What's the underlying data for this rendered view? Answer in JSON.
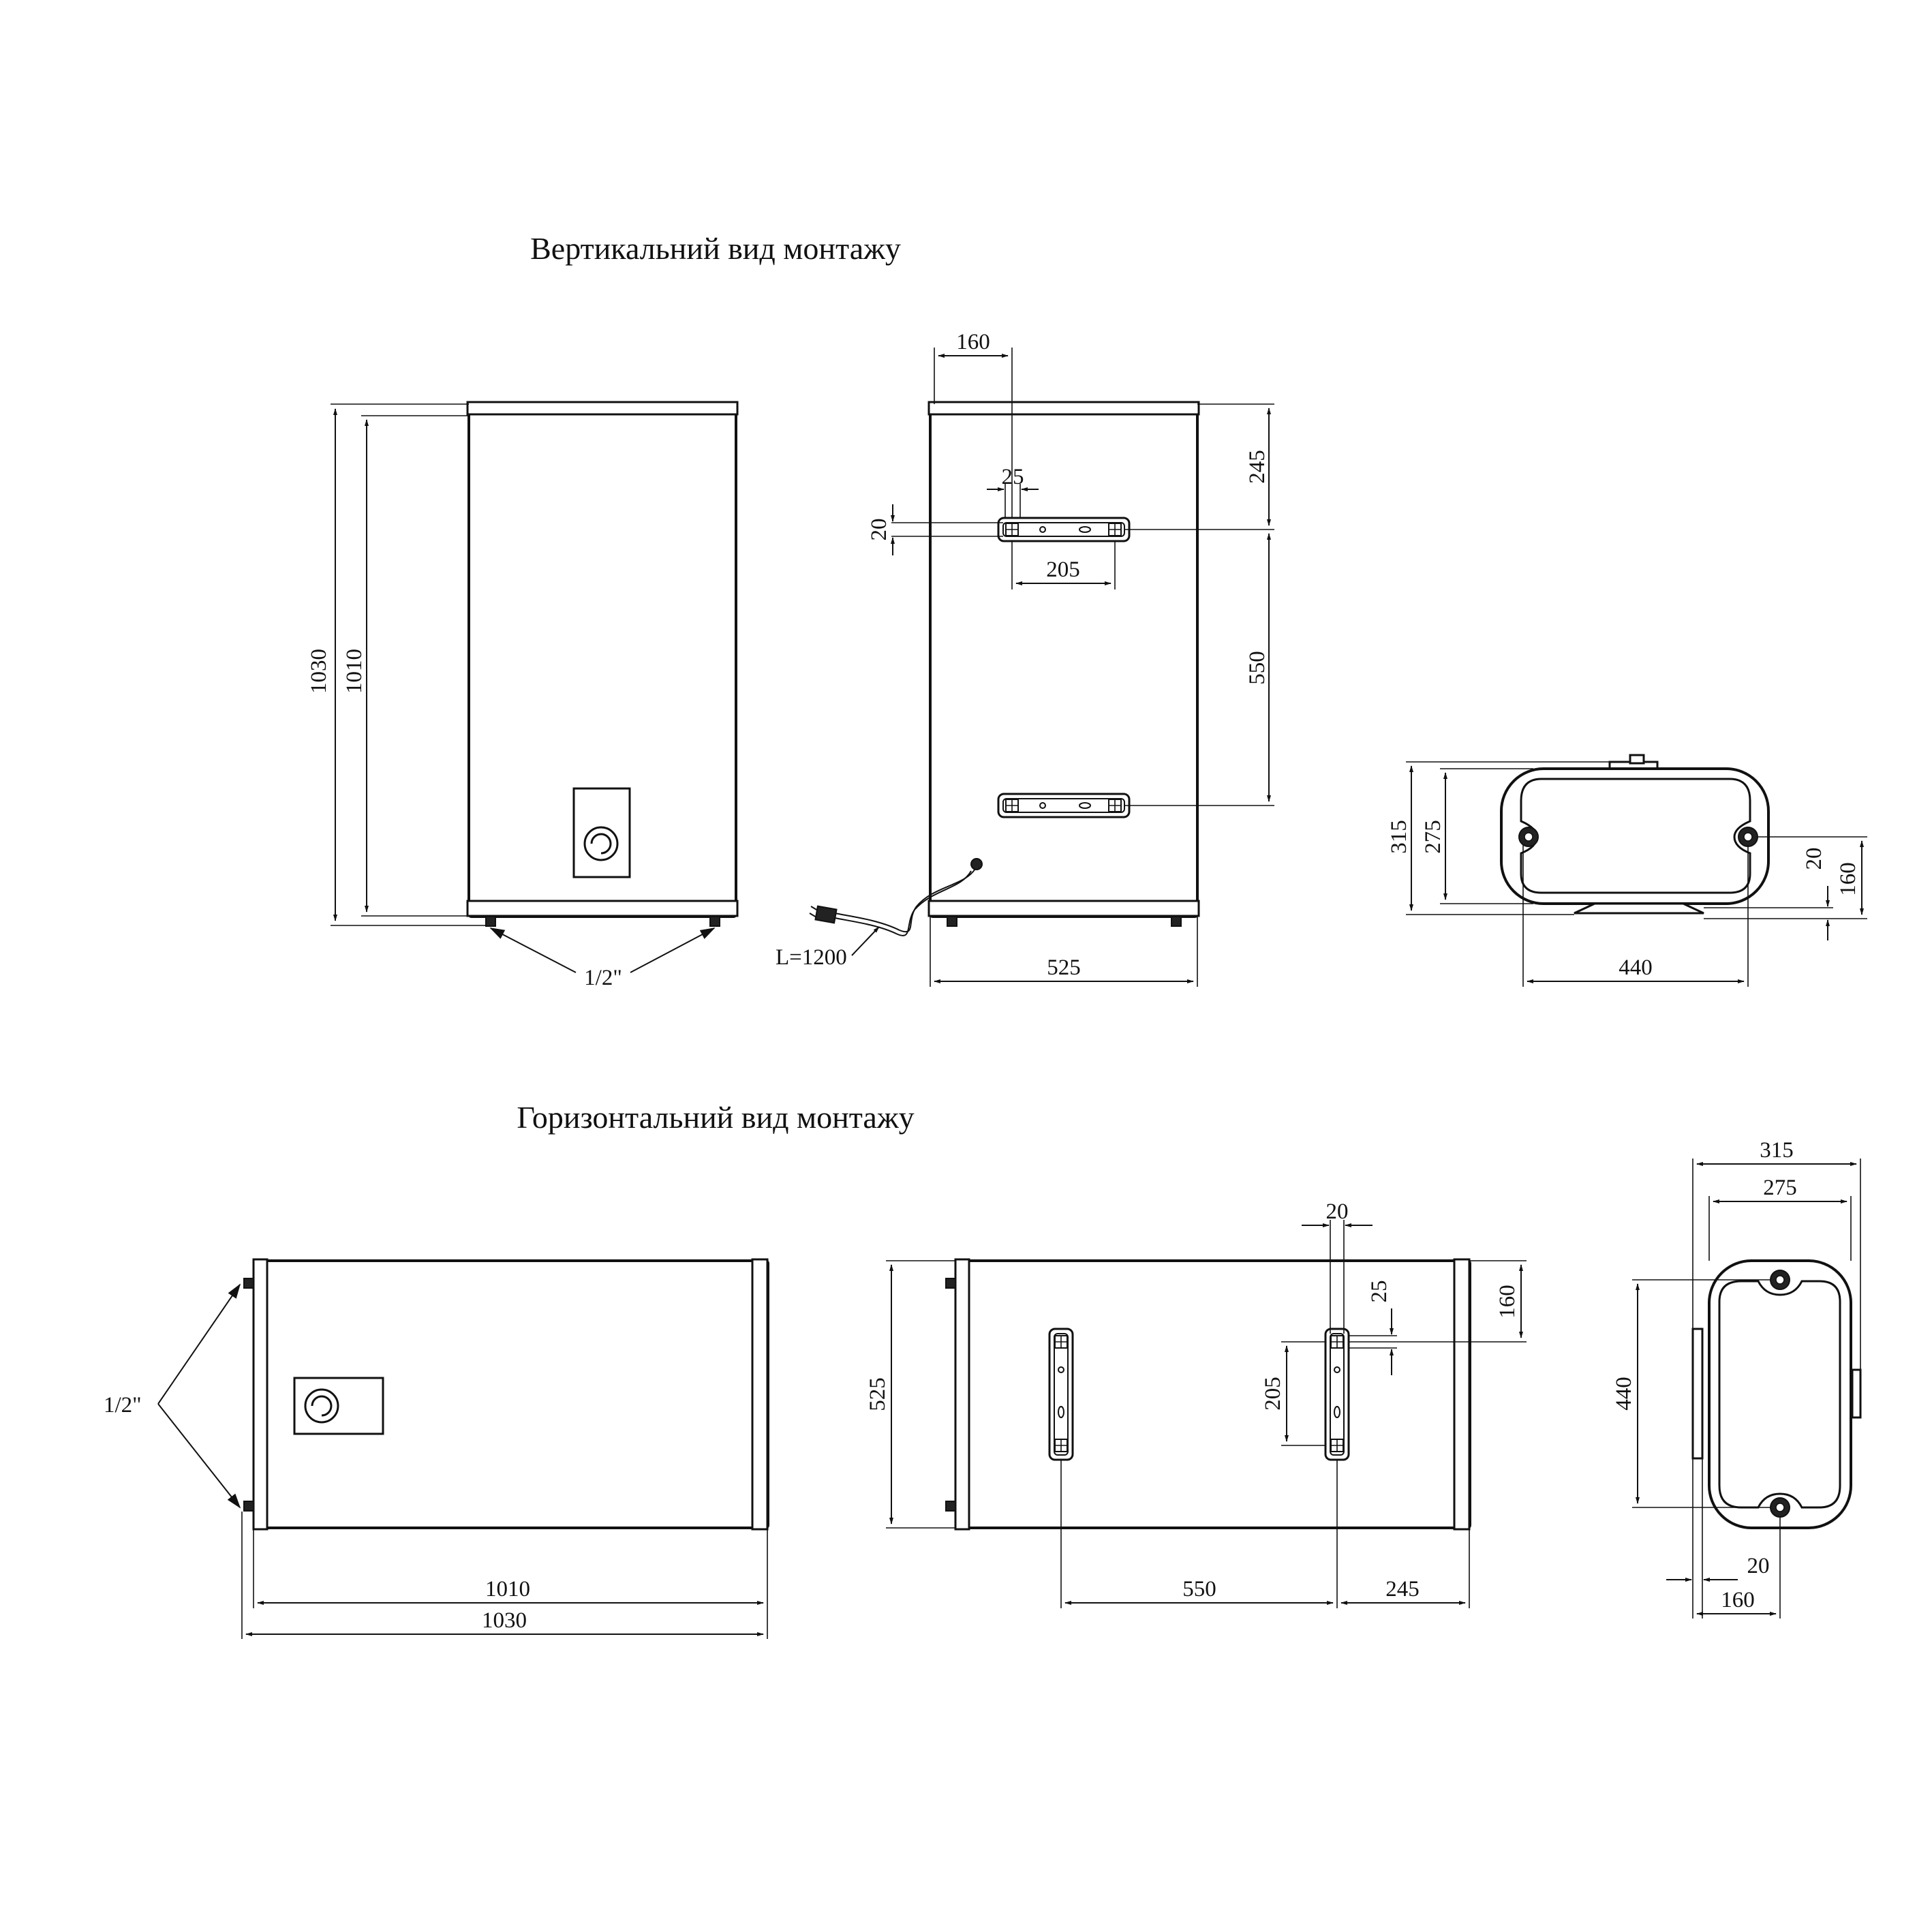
{
  "sections": {
    "vertical_title": "Вертикальний вид монтажу",
    "horizontal_title": "Горизонтальний вид монтажу"
  },
  "vertical_front": {
    "height_outer": "1030",
    "height_inner": "1010",
    "pipe_thread": "1/2\""
  },
  "vertical_back": {
    "offset_160": "160",
    "bracket_25": "25",
    "bracket_20": "20",
    "bracket_205": "205",
    "top_245": "245",
    "spacing_550": "550",
    "width_525": "525",
    "cable_length": "L=1200"
  },
  "vertical_top": {
    "depth_315": "315",
    "depth_275": "275",
    "gap_20": "20",
    "gap_160": "160",
    "width_440": "440"
  },
  "horizontal_front": {
    "pipe_thread": "1/2\"",
    "length_inner": "1010",
    "length_outer": "1030"
  },
  "horizontal_back": {
    "height_525": "525",
    "bracket_20": "20",
    "bracket_25": "25",
    "edge_160": "160",
    "bracket_205": "205",
    "spacing_550": "550",
    "end_245": "245"
  },
  "horizontal_side": {
    "width_315": "315",
    "width_275": "275",
    "height_440": "440",
    "gap_20": "20",
    "gap_160": "160"
  },
  "colors": {
    "line": "#111111",
    "background": "#ffffff"
  }
}
